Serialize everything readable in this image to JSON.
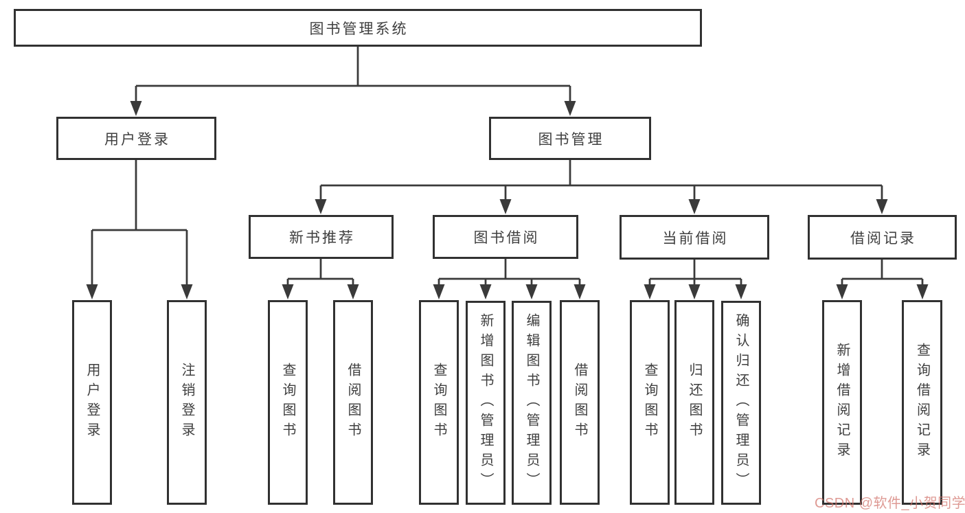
{
  "tree": {
    "label": "图书管理系统",
    "children": [
      {
        "label": "用户登录",
        "children": [
          {
            "label": "用户登录"
          },
          {
            "label": "注销登录"
          }
        ]
      },
      {
        "label": "图书管理",
        "children": [
          {
            "label": "新书推荐",
            "children": [
              {
                "label": "查询图书"
              },
              {
                "label": "借阅图书"
              }
            ]
          },
          {
            "label": "图书借阅",
            "children": [
              {
                "label": "查询图书"
              },
              {
                "label": "新增图书（管理员）"
              },
              {
                "label": "编辑图书（管理员）"
              },
              {
                "label": "借阅图书"
              }
            ]
          },
          {
            "label": "当前借阅",
            "children": [
              {
                "label": "查询图书"
              },
              {
                "label": "归还图书"
              },
              {
                "label": "确认归还（管理员）"
              }
            ]
          },
          {
            "label": "借阅记录",
            "children": [
              {
                "label": "新增借阅记录"
              },
              {
                "label": "查询借阅记录"
              }
            ]
          }
        ]
      }
    ]
  },
  "watermark": {
    "text": "CSDN @软件_小贺同学",
    "color": "#d1736b"
  },
  "colors": {
    "box_border": "#313131",
    "connector": "#3a3a3a",
    "text": "#3f3f3f",
    "background": "#ffffff"
  }
}
